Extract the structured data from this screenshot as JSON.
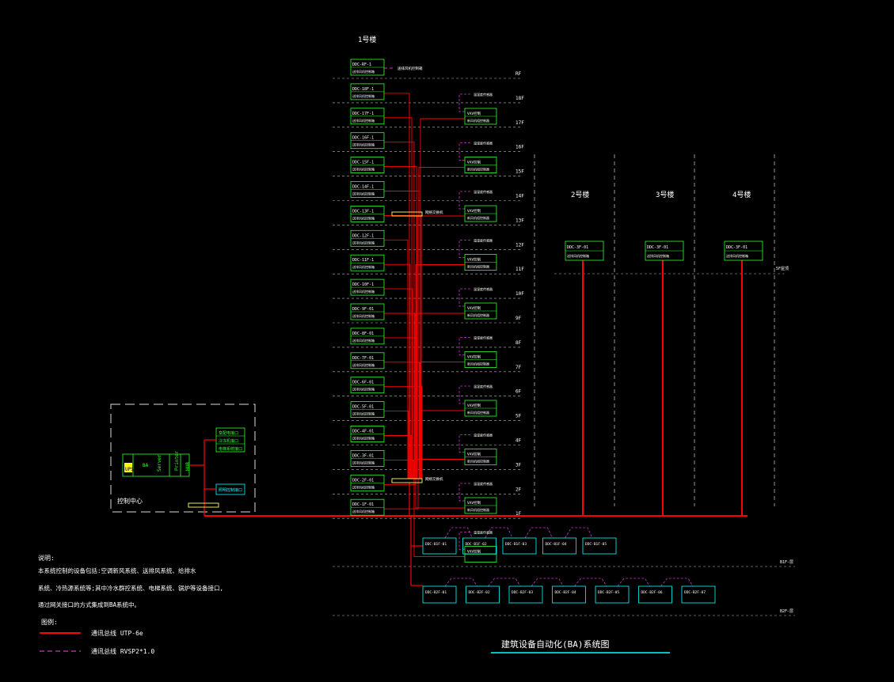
{
  "title": "建筑设备自动化(BA)系统图",
  "colors": {
    "background": "#000000",
    "network_red": "#ff0000",
    "bus_magenta": "#cc33cc",
    "controller_box": "#33ff33",
    "device_box": "#00ffff",
    "text": "#ffffff",
    "divider": "#bbbbbb"
  },
  "buildings": {
    "b1": "1号楼",
    "b2": "2号楼",
    "b3": "3号楼",
    "b4": "4号楼"
  },
  "b1_controllers": [
    {
      "id": "DDC-RF-1",
      "floor": "RF",
      "desc": "送排风机控制箱"
    },
    {
      "id": "DDC-18F-1",
      "floor": "18F",
      "desc": "送排风机控制箱"
    },
    {
      "id": "DDC-17F-1",
      "floor": "17F",
      "desc": "送排风机控制箱"
    },
    {
      "id": "DDC-16F-1",
      "floor": "16F",
      "desc": "送排风机控制箱"
    },
    {
      "id": "DDC-15F-1",
      "floor": "15F",
      "desc": "送排风机控制箱"
    },
    {
      "id": "DDC-14F-1",
      "floor": "14F",
      "desc": "送排风机控制箱"
    },
    {
      "id": "DDC-13F-1",
      "floor": "13F",
      "desc": "送排风机控制箱"
    },
    {
      "id": "DDC-12F-1",
      "floor": "12F",
      "desc": "送排风机控制箱"
    },
    {
      "id": "DDC-11F-1",
      "floor": "11F",
      "desc": "送排风机控制箱"
    },
    {
      "id": "DDC-10F-1",
      "floor": "10F",
      "desc": "送排风机控制箱"
    },
    {
      "id": "DDC-9F-01",
      "floor": "9F",
      "desc": "送排风机控制箱"
    },
    {
      "id": "DDC-8F-01",
      "floor": "8F",
      "desc": "送排风机控制箱"
    },
    {
      "id": "DDC-7F-01",
      "floor": "7F",
      "desc": "送排风机控制箱"
    },
    {
      "id": "DDC-6F-01",
      "floor": "6F",
      "desc": "送排风机控制箱"
    },
    {
      "id": "DDC-5F-01",
      "floor": "5F",
      "desc": "送排风机控制箱"
    },
    {
      "id": "DDC-4F-01",
      "floor": "4F",
      "desc": "送排风机控制箱"
    },
    {
      "id": "DDC-3F-01",
      "floor": "3F",
      "desc": "送排风机控制箱"
    },
    {
      "id": "DDC-2F-01",
      "floor": "2F",
      "desc": "送排风机控制箱"
    },
    {
      "id": "DDC-1F-01",
      "floor": "1F",
      "desc": "送排风机控制箱"
    }
  ],
  "rf_note": "送排风机控制箱",
  "b1_devices": [
    {
      "id": "VAV控制",
      "desc": "新风机组控制器"
    },
    {
      "id": "VAV控制",
      "desc": "新风机组控制器"
    },
    {
      "id": "VAV控制",
      "desc": "新风机组控制器"
    },
    {
      "id": "VAV控制",
      "desc": "新风机组控制器"
    },
    {
      "id": "VAV控制",
      "desc": "新风机组控制器"
    },
    {
      "id": "VAV控制",
      "desc": "新风机组控制器"
    },
    {
      "id": "VAV控制",
      "desc": "新风机组控制器"
    },
    {
      "id": "VAV控制",
      "desc": "新风机组控制器"
    },
    {
      "id": "VAV控制",
      "desc": "新风机组控制器"
    },
    {
      "id": "VAV控制",
      "desc": ""
    }
  ],
  "b1_device_sensor": "温湿度传感器",
  "hubs": [
    {
      "label": "网络交换机"
    },
    {
      "label": "网络交换机"
    }
  ],
  "other_controllers": [
    {
      "id": "DDC-3F-01",
      "desc": "送排风机控制箱"
    },
    {
      "id": "DDC-3F-01",
      "desc": "送排风机控制箱"
    },
    {
      "id": "DDC-3F-01",
      "desc": "送排风机控制箱"
    }
  ],
  "right_floor_label": "5F屋顶",
  "basement_labels": [
    "B1F-层",
    "B2F-层"
  ],
  "b1f_controllers": [
    "DDC-B1F-01",
    "DDC-B1F-02",
    "DDC-B1F-03",
    "DDC-B1F-04",
    "DDC-B1F-05"
  ],
  "b2f_controllers": [
    "DDC-B2F-01",
    "DDC-B2F-02",
    "DDC-B2F-03",
    "DDC-B2F-04",
    "DDC-B2F-05",
    "DDC-B2F-06",
    "DDC-B2F-07"
  ],
  "control_center": {
    "label": "控制中心",
    "ups": "UPS",
    "ba": "BA",
    "server": "Server",
    "printer": "Printer",
    "hub": "HUB",
    "interfaces": [
      "变配电接口",
      "冷冻机接口",
      "电梯系统接口"
    ],
    "other_interface": "照明控制接口"
  },
  "notes": {
    "heading": "说明:",
    "lines": [
      "本系统控制的设备包括:空调新风系统、送排风系统、给排水",
      "系统、冷热源系统等;其中冷水群控系统、电梯系统、锅炉等设备接口,",
      "通过网关接口的方式集成到BA系统中。"
    ]
  },
  "legend": {
    "heading": "图例:",
    "items": [
      {
        "label": "通讯总线 UTP-6e"
      },
      {
        "label": "通讯总线 RVSP2*1.0"
      }
    ]
  }
}
